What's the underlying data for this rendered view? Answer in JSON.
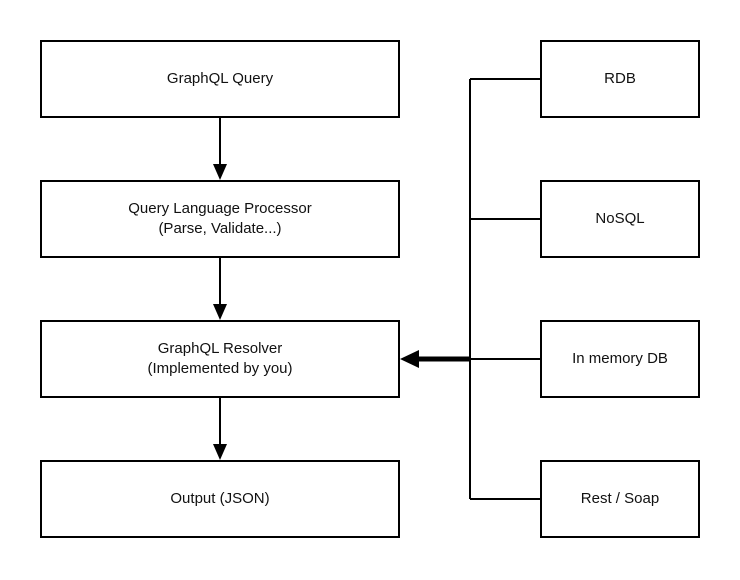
{
  "diagram": {
    "colors": {
      "stroke": "#000000",
      "background": "#ffffff",
      "text": "#111111"
    },
    "nodes": {
      "graphql_query": {
        "label": "GraphQL Query"
      },
      "query_language_processor": {
        "line1": "Query Language Processor",
        "line2": "(Parse, Validate...)"
      },
      "graphql_resolver": {
        "line1": "GraphQL Resolver",
        "line2": "(Implemented by you)"
      },
      "output_json": {
        "label": "Output (JSON)"
      },
      "rdb": {
        "label": "RDB"
      },
      "nosql": {
        "label": "NoSQL"
      },
      "in_memory_db": {
        "label": "In memory DB"
      },
      "rest_soap": {
        "label": "Rest / Soap"
      }
    },
    "edges": [
      {
        "from": "graphql_query",
        "to": "query_language_processor",
        "style": "arrow-down"
      },
      {
        "from": "query_language_processor",
        "to": "graphql_resolver",
        "style": "arrow-down"
      },
      {
        "from": "graphql_resolver",
        "to": "output_json",
        "style": "arrow-down"
      },
      {
        "from": "rdb",
        "to": "graphql_resolver",
        "style": "trunk"
      },
      {
        "from": "nosql",
        "to": "graphql_resolver",
        "style": "trunk"
      },
      {
        "from": "in_memory_db",
        "to": "graphql_resolver",
        "style": "trunk"
      },
      {
        "from": "rest_soap",
        "to": "graphql_resolver",
        "style": "trunk"
      },
      {
        "from": "trunk",
        "to": "graphql_resolver",
        "style": "thick-arrow-left"
      }
    ]
  }
}
